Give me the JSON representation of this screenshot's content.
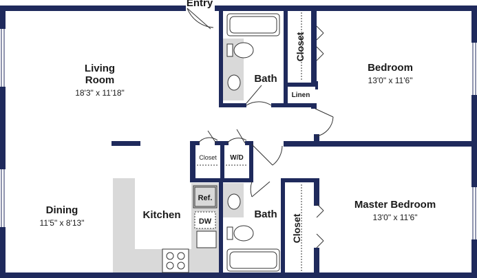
{
  "plan": {
    "entry_label": "Entry",
    "living_room": {
      "name_line1": "Living",
      "name_line2": "Room",
      "dimensions": "18'3\" x 11'18\""
    },
    "dining": {
      "name": "Dining",
      "dimensions": "11'5\" x 8'13\""
    },
    "kitchen": {
      "name": "Kitchen"
    },
    "bedroom": {
      "name": "Bedroom",
      "dimensions": "13'0\" x 11'6\""
    },
    "master_bedroom": {
      "name": "Master Bedroom",
      "dimensions": "13'0\" x 11'6\""
    },
    "bath_upper": {
      "name": "Bath"
    },
    "bath_lower": {
      "name": "Bath"
    },
    "closet_upper": {
      "name": "Closet"
    },
    "closet_lower": {
      "name": "Closet"
    },
    "linen": {
      "name": "Linen"
    },
    "hall_closet": {
      "name": "Closet"
    },
    "washer_dryer": {
      "name": "W/D"
    },
    "refrigerator": {
      "name": "Ref."
    },
    "dishwasher": {
      "name": "DW"
    }
  },
  "colors": {
    "wall": "#1f2a5c",
    "fixture_fill": "#d9d9d9",
    "fixture_stroke": "#333333",
    "window": "#ffffff"
  }
}
